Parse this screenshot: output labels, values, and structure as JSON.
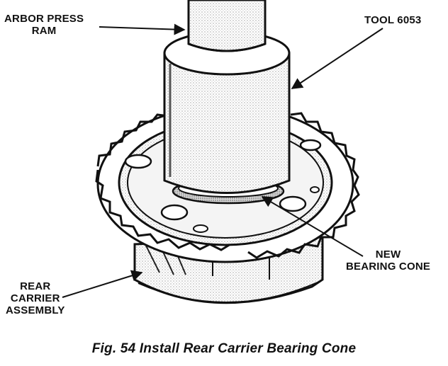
{
  "labels": {
    "arbor_press_ram": [
      "ARBOR PRESS",
      "RAM"
    ],
    "tool": [
      "TOOL 6053"
    ],
    "bearing_cone": [
      "NEW",
      "BEARING CONE"
    ],
    "rear_carrier": [
      "REAR",
      "CARRIER",
      "ASSEMBLY"
    ]
  },
  "caption": "Fig. 54 Install Rear Carrier Bearing Cone"
}
